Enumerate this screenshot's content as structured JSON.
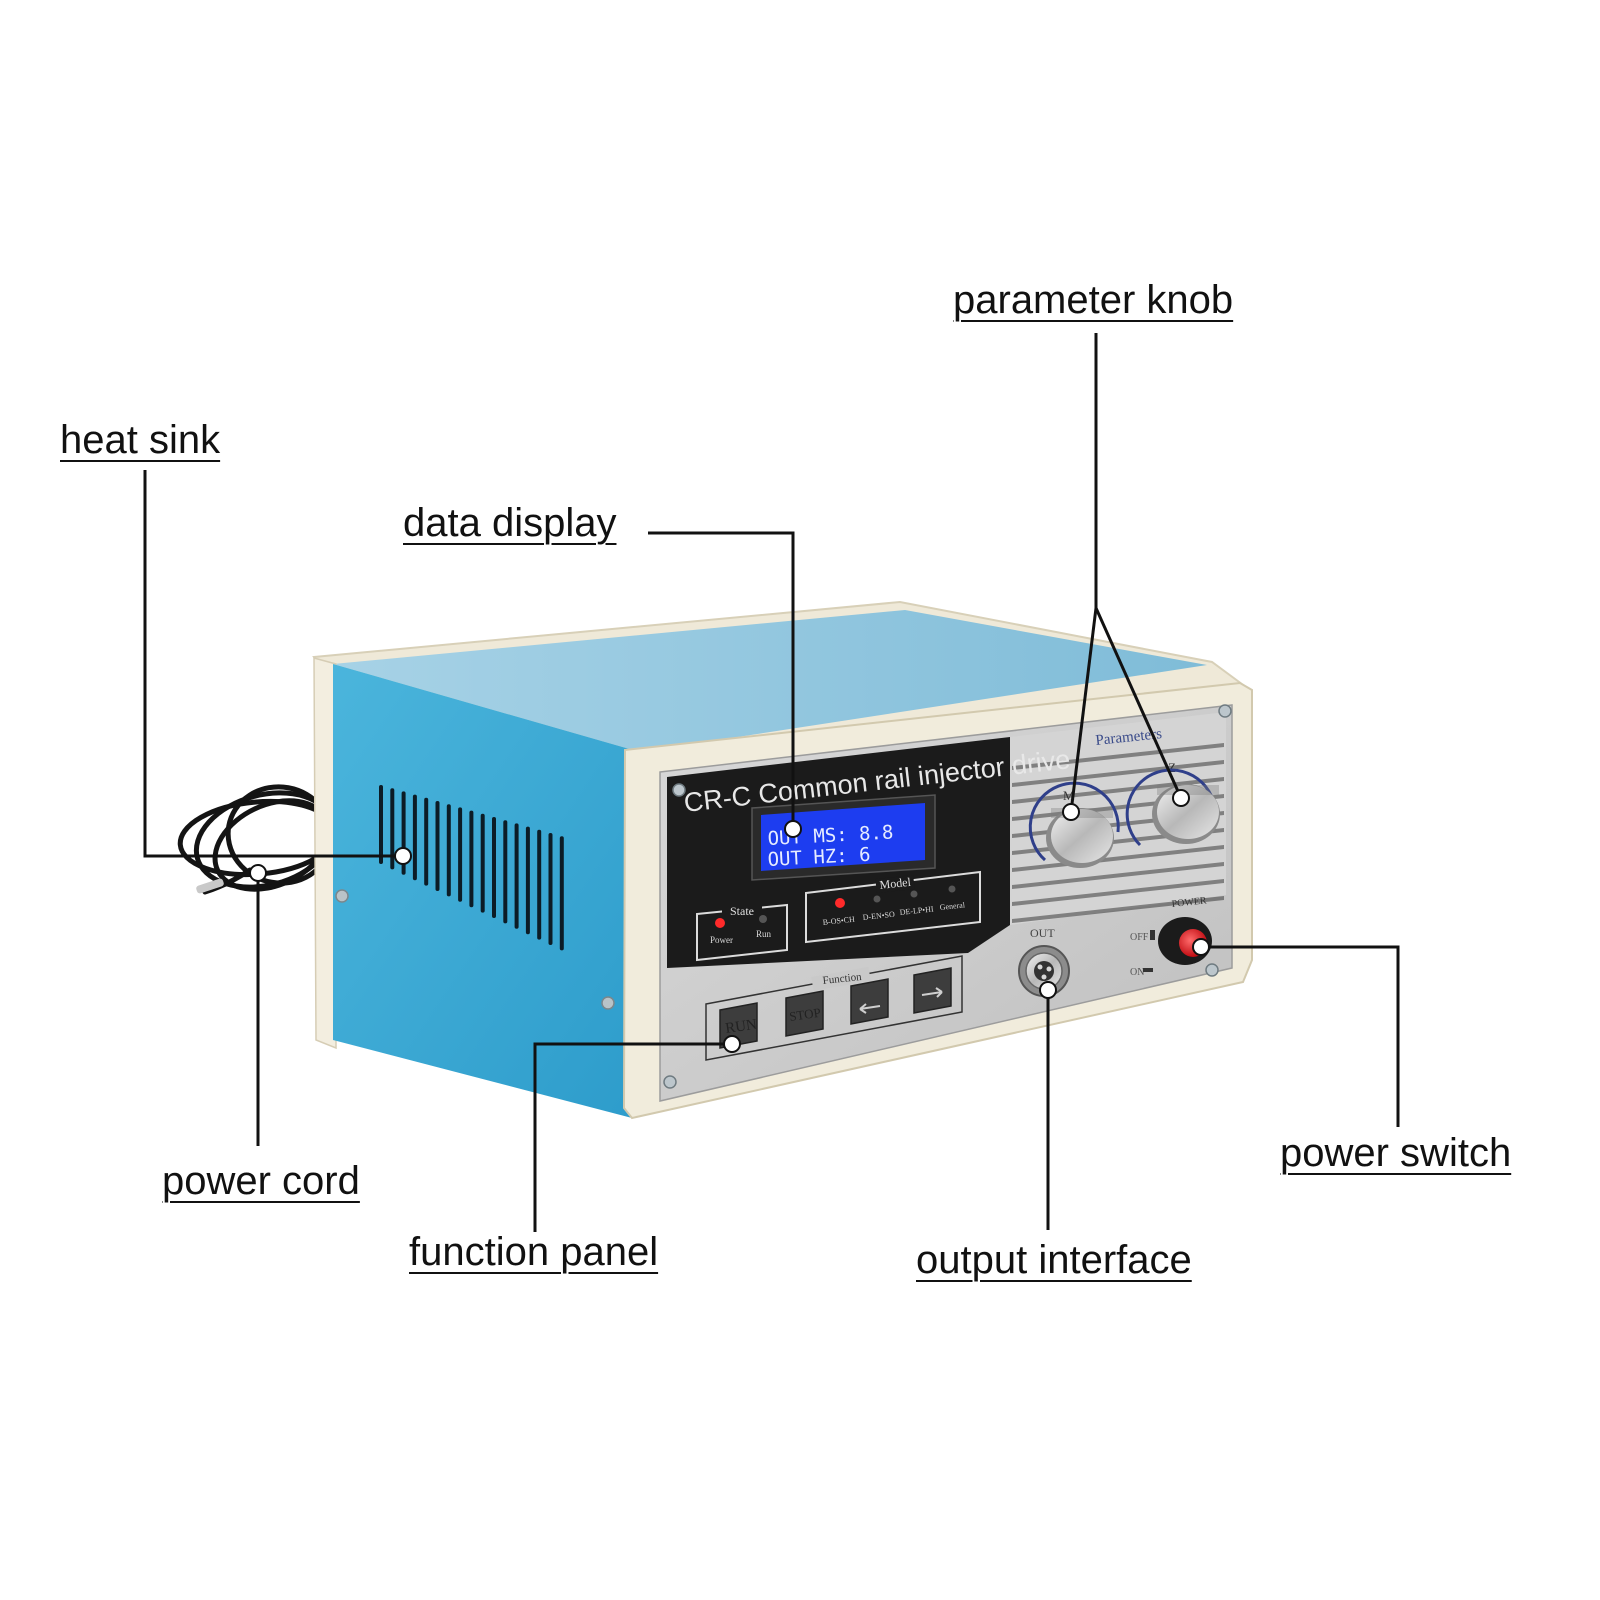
{
  "labels": {
    "parameter_knob": "parameter knob",
    "heat_sink": "heat sink",
    "data_display": "data display",
    "power_cord": "power cord",
    "function_panel": "function panel",
    "output_interface": "output interface",
    "power_switch": "power switch"
  },
  "device": {
    "title": "CR-C Common rail injector drive",
    "display": {
      "line1": "OUT MS: 8.8",
      "line2": "OUT HZ: 6"
    },
    "state": {
      "label": "State",
      "power": "Power",
      "run": "Run"
    },
    "model": {
      "label": "Model",
      "items": [
        "B-OS•CH",
        "D-EN•SO",
        "DE-LP•HI",
        "General"
      ]
    },
    "parameters": {
      "label": "Parameters",
      "knob1": "M",
      "knob2": "Z"
    },
    "function": {
      "label": "Function",
      "run": "RUN",
      "stop": "STOP"
    },
    "out_label": "OUT",
    "power_label": "POWER",
    "off_label": "OFF",
    "on_label": "ON"
  },
  "colors": {
    "case_blue": "#3aa9d3",
    "case_top": "#8fc6e0",
    "bezel": "#f1ecdc",
    "panel_black": "#1b1b1b",
    "lcd_blue": "#1d3df0",
    "led_red": "#ff2a2a",
    "switch_red": "#e0161b"
  }
}
